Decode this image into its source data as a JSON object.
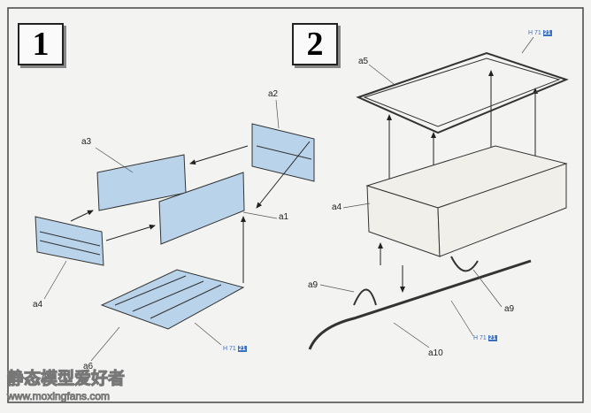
{
  "steps": {
    "step1": "1",
    "step2": "2"
  },
  "labels": {
    "s1_a2": "a2",
    "s1_a3": "a3",
    "s1_a1": "a1",
    "s1_a4": "a4",
    "s1_a6": "a6",
    "s2_a5": "a5",
    "s2_a4": "a4",
    "s2_a9_left": "a9",
    "s2_a9_right": "a9",
    "s2_a10": "a10"
  },
  "paint_refs": [
    {
      "prefix": "H",
      "code": "71",
      "num": "21"
    },
    {
      "prefix": "H",
      "code": "71",
      "num": "21"
    },
    {
      "prefix": "H",
      "code": "71",
      "num": "21"
    }
  ],
  "watermark": {
    "title": "静态模型爱好者",
    "url": "www.moxingfans.com"
  },
  "colors": {
    "part_fill": "#b9d3ea",
    "outline": "#333333",
    "box_fill": "#f0efea"
  }
}
